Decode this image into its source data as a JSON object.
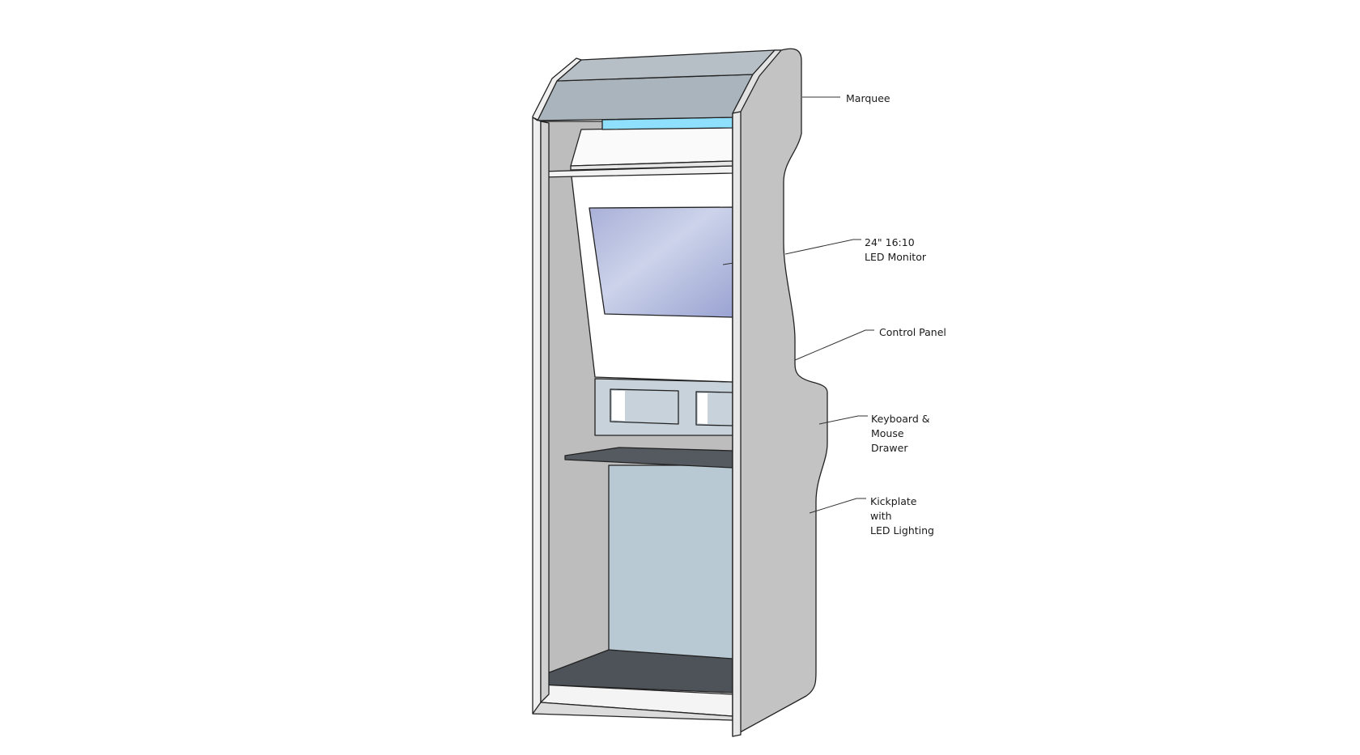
{
  "labels": {
    "marquee": [
      "Marquee"
    ],
    "monitor": [
      "24\" 16:10",
      "LED Monitor"
    ],
    "control_panel": [
      "Control Panel"
    ],
    "keyboard_drawer": [
      "Keyboard &",
      "Mouse",
      "Drawer"
    ],
    "kickplate": [
      "Kickplate",
      "with",
      "LED Lighting"
    ]
  },
  "colors": {
    "side_panel": "#c3c3c3",
    "inner_panel": "#bdbdbd",
    "marquee": "#a9b4bc",
    "marquee_light": "#8fe0ff",
    "bezel": "#ffffff",
    "screen": "#b8c0de",
    "control_panel": "#c7d2da",
    "drawer_top": "#545a60",
    "kickplate": "#b8c9d3",
    "floor": "#4d5358"
  }
}
